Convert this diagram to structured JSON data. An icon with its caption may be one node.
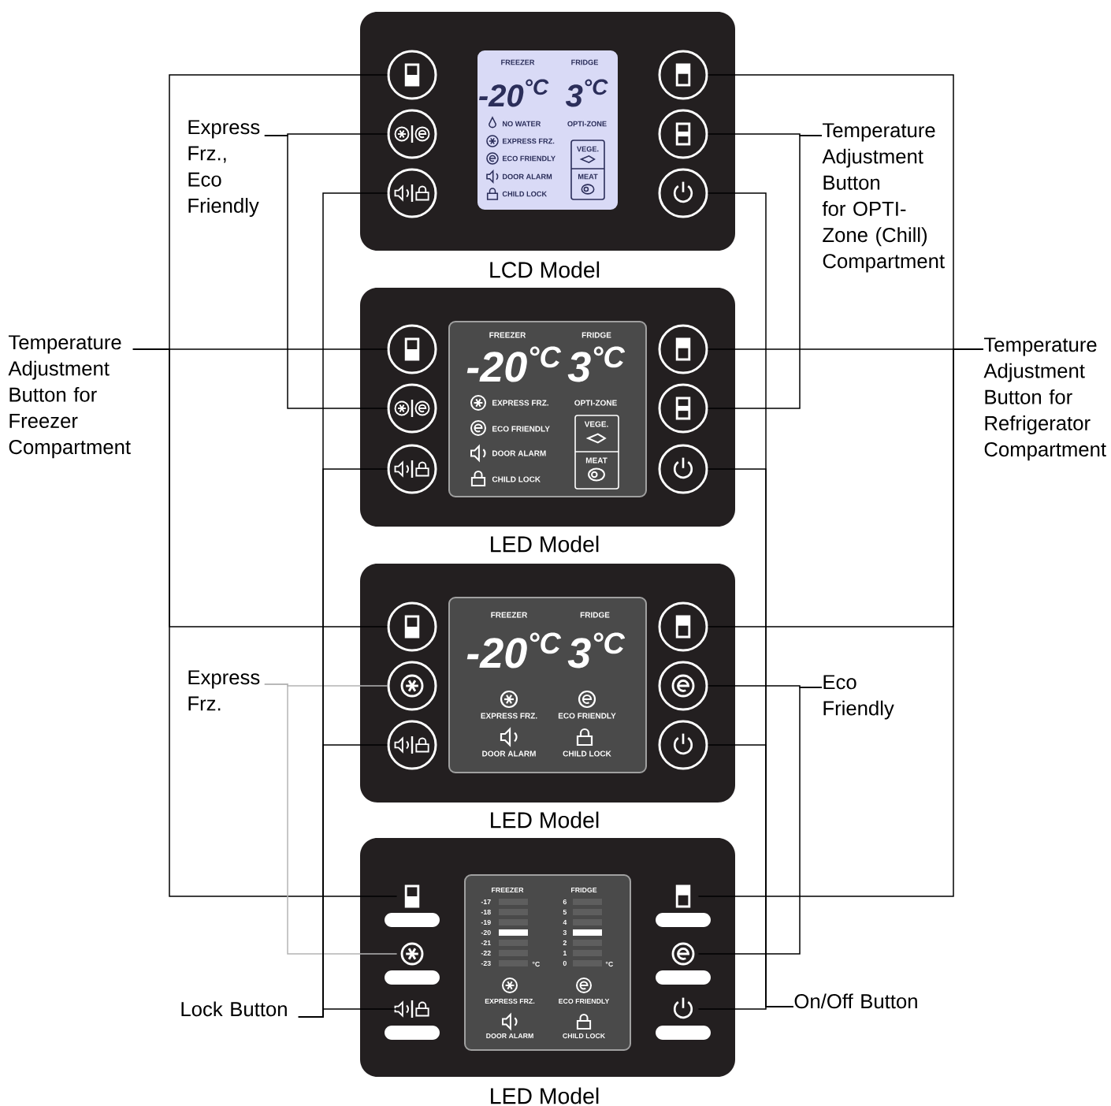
{
  "diagram": {
    "nodes": [
      {
        "text": [],
        "shape": "box",
        "beside": [
          "LCD Model"
        ]
      },
      {
        "text": [
          "FREEZER",
          "FRIDGE",
          "-20$^{°C}$",
          "3$^{°C}$",
          "NO WATER",
          "OPTI-ZONE",
          "EXPRESS FRZ.",
          "VEGE.",
          "ECO FRIENDLY",
          "DOOR ALARM",
          "MEAT",
          "CHILD LOCK"
        ],
        "in": 0
      },
      {
        "text": [],
        "shape": "circle",
        "in": 0
      },
      {
        "text": [],
        "shape": "circle",
        "in": 0
      },
      {
        "text": [],
        "shape": "circle",
        "in": 0
      },
      {
        "text": [],
        "shape": "circle",
        "in": 0
      },
      {
        "text": [],
        "shape": "circle",
        "in": 0
      },
      {
        "text": [],
        "shape": "circle",
        "in": 0
      },
      {
        "text": [],
        "shape": "box",
        "beside": [
          "LED Model"
        ]
      },
      {
        "text": [
          "FREEZER",
          "FRIDGE",
          "-20$^{°C}$",
          "3$^{°C}$",
          "EXPRESS FRZ.",
          "OPTI-ZONE",
          "ECO FRIENDLY",
          "VEGE.",
          "DOOR ALARM",
          "MEAT",
          "CHILD LOCK"
        ],
        "in": 8
      },
      {
        "text": [],
        "shape": "circle",
        "in": 8
      },
      {
        "text": [],
        "shape": "circle",
        "in": 8
      },
      {
        "text": [],
        "shape": "circle",
        "in": 8
      },
      {
        "text": [],
        "shape": "circle",
        "in": 8
      },
      {
        "text": [],
        "shape": "circle",
        "in": 8
      },
      {
        "text": [],
        "shape": "circle",
        "in": 8
      },
      {
        "text": [],
        "shape": "box",
        "beside": [
          "LED Model"
        ]
      },
      {
        "text": [
          "FREEZER",
          "FRIDGE",
          "-20$^{°C}$",
          "3$^{°C}$",
          "EXPRESS FRZ.",
          "ECO FRIENDLY",
          "DOOR ALARM",
          "CHILD LOCK"
        ],
        "in": 16
      },
      {
        "text": [],
        "shape": "circle",
        "in": 16
      },
      {
        "text": [],
        "shape": "circle",
        "in": 16
      },
      {
        "text": [],
        "shape": "circle",
        "in": 16
      },
      {
        "text": [],
        "shape": "circle",
        "in": 16
      },
      {
        "text": [],
        "shape": "circle",
        "in": 16
      },
      {
        "text": [],
        "shape": "circle",
        "in": 16
      },
      {
        "text": [],
        "shape": "box",
        "beside": [
          "LED Model"
        ]
      },
      {
        "text": [
          "FREEZER",
          "FRIDGE",
          "-17",
          "-18",
          "-19",
          "-20",
          "-21",
          "-22",
          "-23",
          "°C",
          "6",
          "5",
          "4",
          "3",
          "2",
          "1",
          "0",
          "°C",
          "EXPRESS FRZ.",
          "ECO FRIENDLY",
          "DOOR ALARM",
          "CHILD LOCK"
        ],
        "in": 24
      },
      {
        "text": [],
        "shape": "bar",
        "in": 24
      },
      {
        "text": [],
        "shape": "bar",
        "in": 24
      },
      {
        "text": [],
        "shape": "bar",
        "in": 24
      },
      {
        "text": [],
        "shape": "bar",
        "in": 24
      },
      {
        "text": [],
        "shape": "bar",
        "in": 24
      },
      {
        "text": [],
        "shape": "bar",
        "in": 24
      },
      {
        "text": [
          "Express Frz., Eco Friendly"
        ]
      },
      {
        "text": [
          "Temperature Adjustment Button for OPTI-Zone (Chill) Compartment"
        ]
      },
      {
        "text": [
          "Temperature Adjustment Button for Freezer Compartment"
        ]
      },
      {
        "text": [
          "Temperature Adjustment Button for Refrigerator Compartment"
        ]
      },
      {
        "text": [
          "Express Frz."
        ]
      },
      {
        "text": [
          "Eco Friendly"
        ]
      },
      {
        "text": [
          "Lock Button"
        ]
      },
      {
        "text": [
          "On/Off Button"
        ]
      }
    ],
    "edges": [
      {
        "from": 32,
        "to": 3,
        "arrow": "none"
      },
      {
        "from": 32,
        "to": 11,
        "arrow": "none"
      },
      {
        "from": 33,
        "to": 6,
        "arrow": "none"
      },
      {
        "from": 33,
        "to": 14,
        "arrow": "none"
      },
      {
        "from": 34,
        "to": 2,
        "arrow": "none"
      },
      {
        "from": 34,
        "to": 10,
        "arrow": "none"
      },
      {
        "from": 34,
        "to": 18,
        "arrow": "none"
      },
      {
        "from": 34,
        "to": 26,
        "arrow": "none"
      },
      {
        "from": 35,
        "to": 5,
        "arrow": "none"
      },
      {
        "from": 35,
        "to": 13,
        "arrow": "none"
      },
      {
        "from": 35,
        "to": 21,
        "arrow": "none"
      },
      {
        "from": 35,
        "to": 29,
        "arrow": "none"
      },
      {
        "from": 36,
        "to": 19,
        "arrow": "none",
        "color": "#b4b4b4"
      },
      {
        "from": 36,
        "to": 27,
        "arrow": "none",
        "color": "#b4b4b4"
      },
      {
        "from": 37,
        "to": 22,
        "arrow": "none"
      },
      {
        "from": 37,
        "to": 30,
        "arrow": "none"
      },
      {
        "from": 38,
        "to": 4,
        "arrow": "none"
      },
      {
        "from": 38,
        "to": 12,
        "arrow": "none"
      },
      {
        "from": 38,
        "to": 20,
        "arrow": "none"
      },
      {
        "from": 38,
        "to": 28,
        "arrow": "none"
      },
      {
        "from": 39,
        "to": 7,
        "arrow": "none"
      },
      {
        "from": 39,
        "to": 15,
        "arrow": "none"
      },
      {
        "from": 39,
        "to": 23,
        "arrow": "none"
      },
      {
        "from": 39,
        "to": 31,
        "arrow": "none"
      }
    ]
  }
}
